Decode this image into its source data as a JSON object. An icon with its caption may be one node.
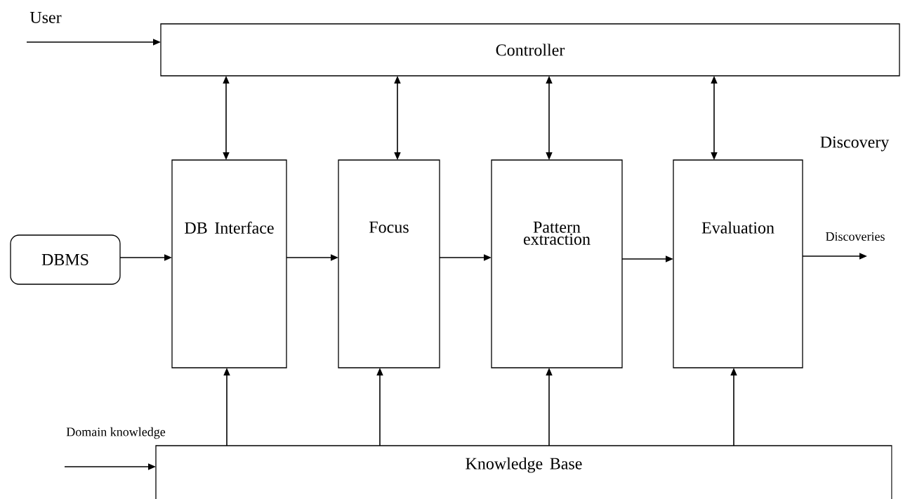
{
  "diagram": {
    "nodes": [
      {
        "text": [
          "Controller"
        ]
      },
      {
        "text": [
          "DBMS"
        ]
      },
      {
        "text": [
          "DB Interface"
        ]
      },
      {
        "text": [
          "Focus"
        ]
      },
      {
        "text": [
          "Pattern extraction"
        ]
      },
      {
        "text": [
          "Evaluation"
        ]
      },
      {
        "text": [
          "Knowledge Base"
        ]
      }
    ],
    "edges": [
      {
        "from": null,
        "to": 0,
        "arrow": "to",
        "label": "User"
      },
      {
        "from": 0,
        "to": 2,
        "arrow": "both"
      },
      {
        "from": 0,
        "to": 3,
        "arrow": "both"
      },
      {
        "from": 0,
        "to": 4,
        "arrow": "both"
      },
      {
        "from": 0,
        "to": 5,
        "arrow": "both"
      },
      {
        "from": 1,
        "to": 2,
        "arrow": "to"
      },
      {
        "from": 2,
        "to": 3,
        "arrow": "to"
      },
      {
        "from": 3,
        "to": 4,
        "arrow": "to"
      },
      {
        "from": 4,
        "to": 5,
        "arrow": "to"
      },
      {
        "from": 5,
        "to": null,
        "arrow": "to",
        "label": "Discoveries"
      },
      {
        "from": 6,
        "to": 2,
        "arrow": "to"
      },
      {
        "from": 6,
        "to": 3,
        "arrow": "to"
      },
      {
        "from": 6,
        "to": 4,
        "arrow": "to"
      },
      {
        "from": 6,
        "to": 5,
        "arrow": "to"
      },
      {
        "from": null,
        "to": 6,
        "arrow": "to",
        "label": "Domain knowledge"
      }
    ],
    "labels": [
      "Discovery"
    ]
  }
}
